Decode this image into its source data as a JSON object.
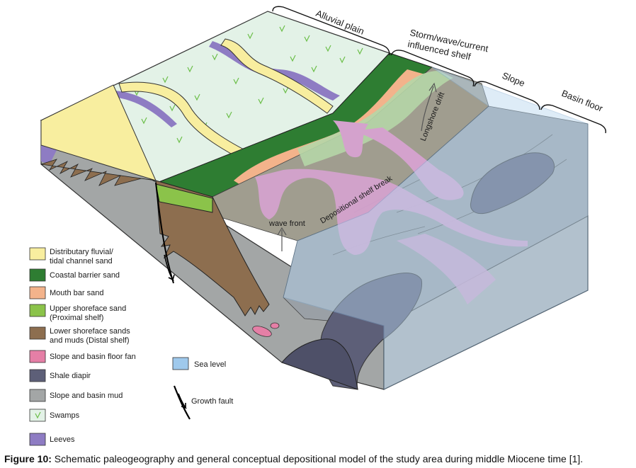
{
  "zone_labels": {
    "alluvial_plain": "Alluvial plain",
    "storm_shelf_line1": "Storm/wave/current",
    "storm_shelf_line2": "influenced shelf",
    "slope": "Slope",
    "basin_floor": "Basin floor"
  },
  "feature_labels": {
    "wave_front": "wave front",
    "depositional_shelf_break": "Depositional shelf break",
    "longshore_drift": "Longshore drift"
  },
  "legend": {
    "items": [
      {
        "key": "channel",
        "label_lines": [
          "Distributary fluvial/",
          "tidal channel sand"
        ],
        "color": "#f8ee9f"
      },
      {
        "key": "barrier",
        "label_lines": [
          "Coastal barrier sand"
        ],
        "color": "#2e7d32"
      },
      {
        "key": "mouthbar",
        "label_lines": [
          "Mouth bar sand"
        ],
        "color": "#f3b38b"
      },
      {
        "key": "uppershore",
        "label_lines": [
          "Upper shoreface sand",
          "(Proximal shelf)"
        ],
        "color": "#8bc34a"
      },
      {
        "key": "lowershore",
        "label_lines": [
          "Lower shoreface sands",
          "and muds (Distal shelf)"
        ],
        "color": "#8d6e4f"
      },
      {
        "key": "fan",
        "label_lines": [
          "Slope and basin floor fan"
        ],
        "color": "#e57fa6"
      },
      {
        "key": "diapir",
        "label_lines": [
          "Shale diapir"
        ],
        "color": "#5d5f78"
      },
      {
        "key": "mud",
        "label_lines": [
          "Slope and basin mud"
        ],
        "color": "#a3a6a6"
      },
      {
        "key": "swamps",
        "label_lines": [
          "Swamps"
        ],
        "color": "#e3f2e7"
      },
      {
        "key": "leeves",
        "label_lines": [
          "Leeves"
        ],
        "color": "#8e7cc3"
      }
    ],
    "sea_level": {
      "label": "Sea level",
      "color": "#9fc9ec"
    },
    "growth_fault": {
      "label": "Growth fault"
    }
  },
  "caption": {
    "prefix": "Figure 10:",
    "text": " Schematic paleogeography and general conceptual depositional model of the study area during middle Miocene time [1]."
  },
  "colors": {
    "swamp": "#e3f2e7",
    "swamp_symbol": "#6cbf4a",
    "channel": "#f8ee9f",
    "barrier": "#2e7d32",
    "mouthbar": "#f3b38b",
    "uppershore": "#8bc34a",
    "lowershore": "#8d6e4f",
    "shelf_green": "#b5d6a7",
    "shelf_gray": "#a09d8f",
    "slope_gray": "#a3a6a6",
    "fan": "#d4a2cd",
    "diapir": "#5d5f78",
    "leeve": "#8e7cc3",
    "sea": "#b7d6ef"
  }
}
